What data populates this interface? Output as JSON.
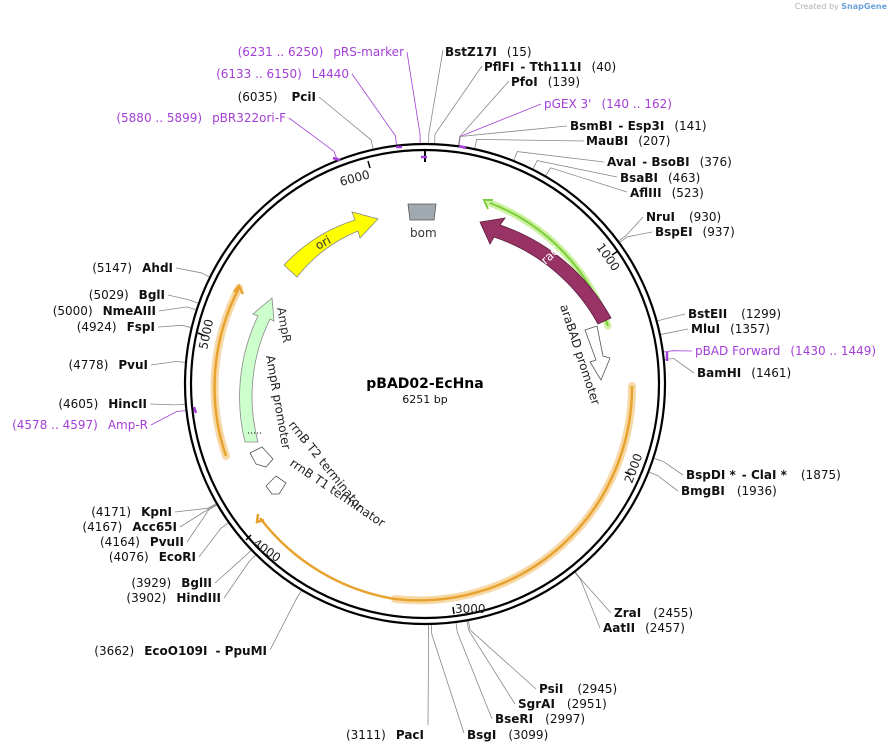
{
  "credit": {
    "prefix": "Created by",
    "brand": "SnapGene"
  },
  "plasmid": {
    "name": "pBAD02-EcHna",
    "size": "6251 bp",
    "length": 6251
  },
  "colors": {
    "backbone": "#000000",
    "primer": "#a33fd6",
    "ori": "#ffff00",
    "ampr": "#ccffcc",
    "arac": "#993366",
    "terminator_glow": "#f7d9a8",
    "arac_glow": "#b7ec7a"
  },
  "tick_labels": [
    "1000",
    "2000",
    "3000",
    "4000",
    "5000",
    "6000"
  ],
  "features": [
    {
      "name": "ori",
      "label": "ori",
      "kind": "arrow-ccw",
      "color": "#ffff00",
      "text_color": "#333"
    },
    {
      "name": "arac",
      "label": "araC",
      "kind": "arrow-cw",
      "color": "#993366",
      "text_color": "#ffffff"
    },
    {
      "name": "ampr",
      "label": "AmpR",
      "kind": "arrow-ccw",
      "color": "#ccffcc",
      "text_color": "#333"
    },
    {
      "name": "bom",
      "label": "bom",
      "kind": "box",
      "color": "#a0a8b0"
    },
    {
      "name": "arabad-promoter",
      "label": "araBAD promoter"
    },
    {
      "name": "ampr-promoter",
      "label": "AmpR promoter"
    },
    {
      "name": "rrnb-t2",
      "label": "rrnB T2 terminator"
    },
    {
      "name": "rrnb-t1",
      "label": "rrnB T1 terminator"
    }
  ],
  "sites": [
    {
      "name": "BstZ17I",
      "pos": "(15)"
    },
    {
      "name": "PflFI",
      "pos": "(40)",
      "alt": "Tth111I"
    },
    {
      "name": "PfoI",
      "pos": "(139)"
    },
    {
      "name": "BsmBI",
      "pos": "(141)",
      "alt": "Esp3I"
    },
    {
      "name": "MauBI",
      "pos": "(207)"
    },
    {
      "name": "AvaI",
      "pos": "(376)",
      "alt": "BsoBI"
    },
    {
      "name": "BsaBI",
      "pos": "(463)"
    },
    {
      "name": "AflIII",
      "pos": "(523)"
    },
    {
      "name": "NruI",
      "pos": "(930)"
    },
    {
      "name": "BspEI",
      "pos": "(937)"
    },
    {
      "name": "BstEII",
      "pos": "(1299)"
    },
    {
      "name": "MluI",
      "pos": "(1357)"
    },
    {
      "name": "BamHI",
      "pos": "(1461)"
    },
    {
      "name": "BspDI *",
      "pos": "(1875)",
      "alt": "ClaI *"
    },
    {
      "name": "BmgBI",
      "pos": "(1936)"
    },
    {
      "name": "ZraI",
      "pos": "(2455)"
    },
    {
      "name": "AatII",
      "pos": "(2457)"
    },
    {
      "name": "PsiI",
      "pos": "(2945)"
    },
    {
      "name": "SgrAI",
      "pos": "(2951)"
    },
    {
      "name": "BseRI",
      "pos": "(2997)"
    },
    {
      "name": "BsgI",
      "pos": "(3099)"
    },
    {
      "name": "PacI",
      "pos": "(3111)"
    },
    {
      "name": "EcoO109I",
      "pos": "(3662)",
      "alt": "PpuMI"
    },
    {
      "name": "HindIII",
      "pos": "(3902)"
    },
    {
      "name": "BglII",
      "pos": "(3929)"
    },
    {
      "name": "EcoRI",
      "pos": "(4076)"
    },
    {
      "name": "PvuII",
      "pos": "(4164)"
    },
    {
      "name": "Acc65I",
      "pos": "(4167)"
    },
    {
      "name": "KpnI",
      "pos": "(4171)"
    },
    {
      "name": "HincII",
      "pos": "(4605)"
    },
    {
      "name": "PvuI",
      "pos": "(4778)"
    },
    {
      "name": "FspI",
      "pos": "(4924)"
    },
    {
      "name": "NmeAIII",
      "pos": "(5000)"
    },
    {
      "name": "BglI",
      "pos": "(5029)"
    },
    {
      "name": "AhdI",
      "pos": "(5147)"
    },
    {
      "name": "PciI",
      "pos": "(6035)"
    }
  ],
  "primers": [
    {
      "name": "pGEX 3'",
      "pos": "(140 .. 162)"
    },
    {
      "name": "pBAD Forward",
      "pos": "(1430 .. 1449)"
    },
    {
      "name": "Amp-R",
      "pos": "(4578 .. 4597)"
    },
    {
      "name": "pBR322ori-F",
      "pos": "(5880 .. 5899)"
    },
    {
      "name": "L4440",
      "pos": "(6133 .. 6150)"
    },
    {
      "name": "pRS-marker",
      "pos": "(6231 .. 6250)"
    }
  ]
}
